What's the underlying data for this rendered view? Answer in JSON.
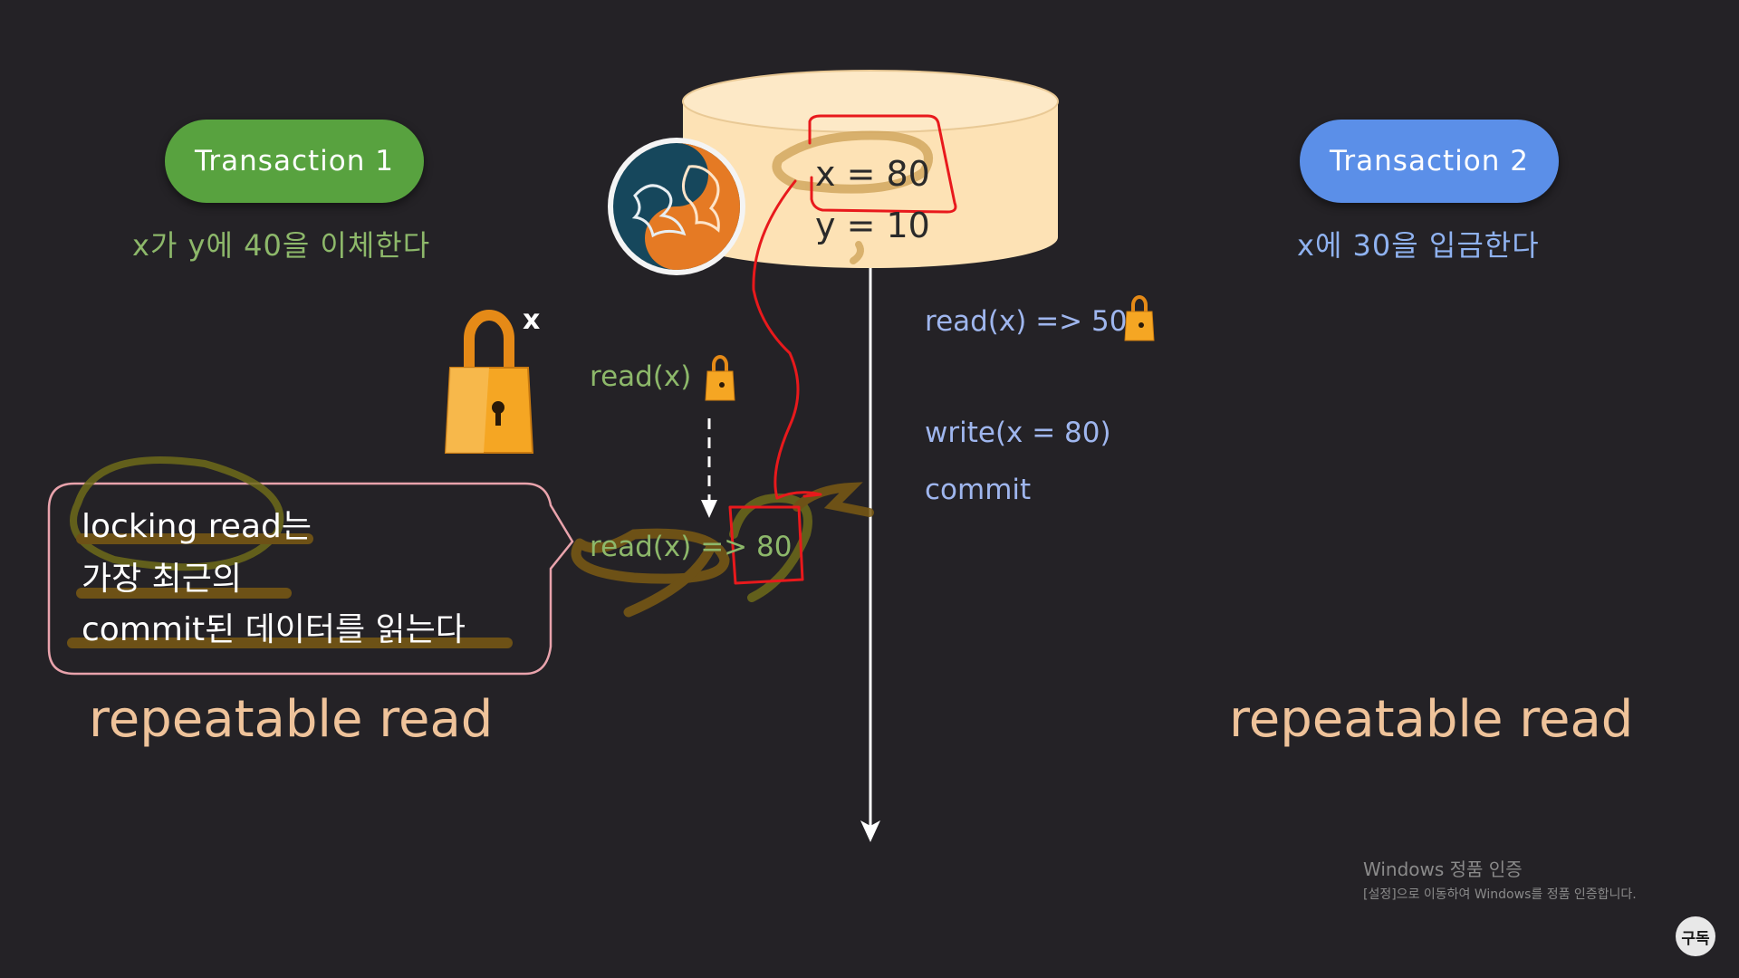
{
  "transaction1": {
    "label": "Transaction 1",
    "description": "x가 y에 40을 이체한다",
    "color": "#58a23f",
    "isolation": "repeatable read"
  },
  "transaction2": {
    "label": "Transaction 2",
    "description": "x에 30을 입금한다",
    "color": "#5b8fe8",
    "isolation": "repeatable read"
  },
  "database": {
    "x_row": "x = 80",
    "y_row": "y = 10",
    "logo_icon": "mysql-dolphin-icon"
  },
  "lock_label": "x",
  "t1_ops": {
    "read_first": "read(x)",
    "read_result": "read(x) => 80"
  },
  "t2_ops": {
    "read": "read(x) => 50",
    "write": "write(x = 80)",
    "commit": "commit"
  },
  "callout": {
    "line1": "locking read는",
    "line2": "가장 최근의",
    "line3": "commit된 데이터를 읽는다"
  },
  "watermark": {
    "title": "Windows 정품 인증",
    "subtitle": "[설정]으로 이동하여 Windows를 정품 인증합니다."
  },
  "subscribe_badge": "구독",
  "colors": {
    "background": "#242226",
    "cylinder": "#fde2b5",
    "annotation_red": "#e8191c",
    "highlighter": "#8a6a1a",
    "isolation_text": "#efc39a",
    "lock_orange": "#f5a623"
  }
}
